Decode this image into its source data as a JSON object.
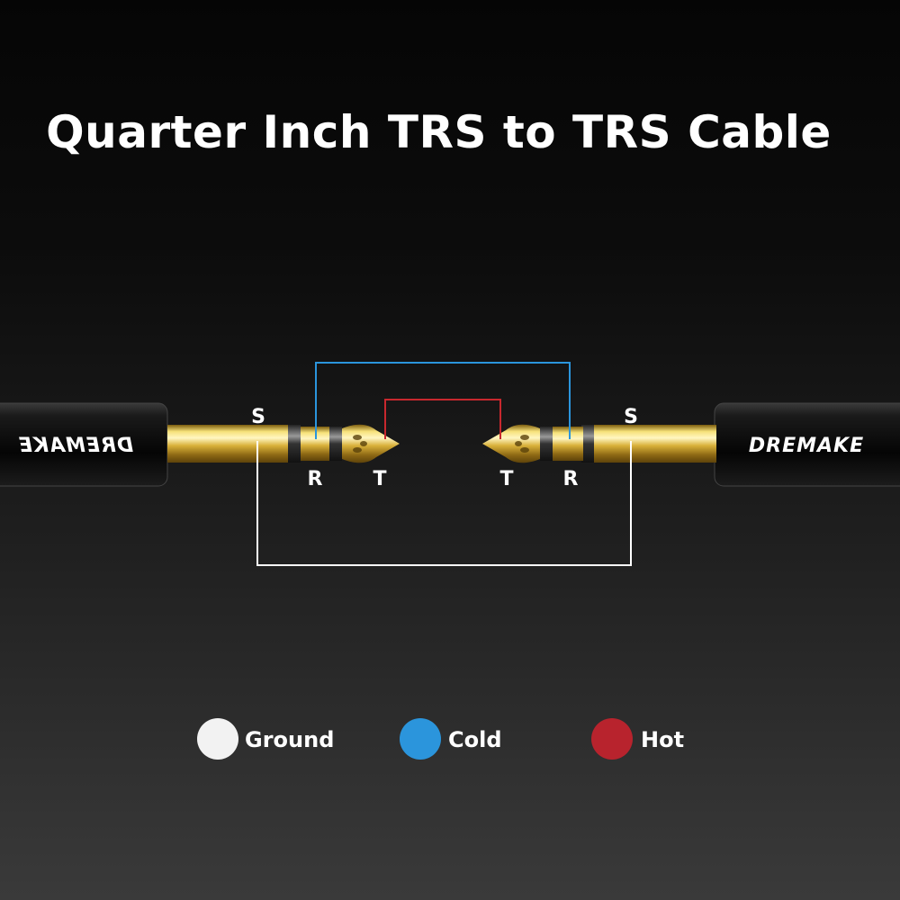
{
  "title": "Quarter Inch TRS to TRS Cable",
  "brand": "DREMAKE",
  "left_plug": {
    "sleeve": "S",
    "ring": "R",
    "tip": "T"
  },
  "right_plug": {
    "sleeve": "S",
    "ring": "R",
    "tip": "T"
  },
  "legend": [
    {
      "label": "Ground",
      "color": "#f2f2f2"
    },
    {
      "label": "Cold",
      "color": "#2b95dc"
    },
    {
      "label": "Hot",
      "color": "#b8232d"
    }
  ],
  "wires": {
    "ground_color": "#ffffff",
    "cold_color": "#2b95dc",
    "hot_color": "#c8282e"
  }
}
